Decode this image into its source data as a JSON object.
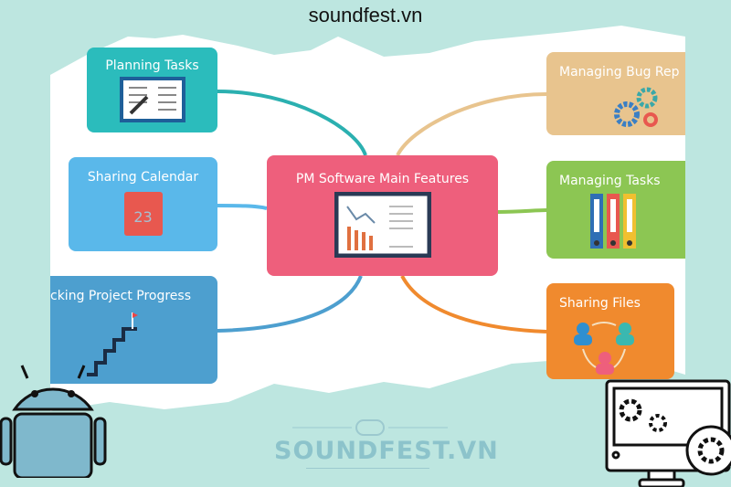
{
  "site_title": "soundfest.vn",
  "watermark": "SOUNDFEST.VN",
  "center": {
    "title": "PM Software Main Features"
  },
  "nodes": [
    {
      "label": "Planning Tasks",
      "color": "#2bbcbc"
    },
    {
      "label": "Sharing Calendar",
      "color": "#5ab8ea",
      "calendar_day": "23"
    },
    {
      "label": "cking Project Progress",
      "color": "#4d9fcf"
    },
    {
      "label": "Managing Bug Rep",
      "color": "#e8c48e"
    },
    {
      "label": "Managing Tasks",
      "color": "#8cc653"
    },
    {
      "label": "Sharing Files",
      "color": "#f08a2e"
    }
  ]
}
